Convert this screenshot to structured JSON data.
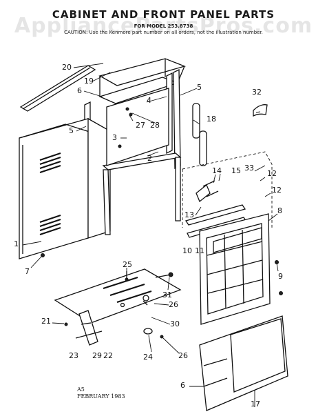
{
  "header": {
    "title": "CABINET AND FRONT PANEL PARTS",
    "model_line": "FOR MODEL 253.8738",
    "caution": "CAUTION: Use the Kenmore part number on all orders, not the illustration number.",
    "watermark": "AppliancePartsPros.com"
  },
  "part_labels": {
    "p1": "1",
    "p2": "2",
    "p3": "3",
    "p4": "4",
    "p5a": "5",
    "p5b": "5",
    "p6a": "6",
    "p6b": "6",
    "p7": "7",
    "p8": "8",
    "p9": "9",
    "p10": "10",
    "p11": "11",
    "p12a": "12",
    "p12b": "12",
    "p13": "13",
    "p14": "14",
    "p15": "15",
    "p17": "17",
    "p18": "18",
    "p19": "19",
    "p20": "20",
    "p21": "21",
    "p22": "22",
    "p23": "23",
    "p24": "24",
    "p25": "25",
    "p26a": "26",
    "p26b": "26",
    "p27": "27",
    "p28": "28",
    "p29": "29",
    "p30": "30",
    "p31": "31",
    "p32": "32",
    "p33": "33"
  },
  "footer": {
    "code": "A5",
    "date": "FEBRUARY 1983"
  }
}
